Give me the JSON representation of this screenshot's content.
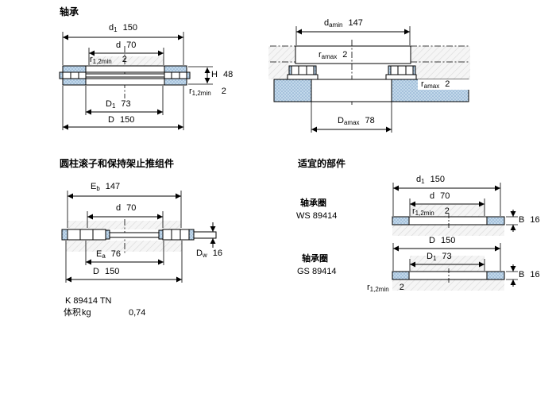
{
  "colors": {
    "line": "#000000",
    "washer_fill": "#c2d8ea",
    "washer_dot": "#85a8cc",
    "context_hatch": "#d9d9d9",
    "background": "#ffffff"
  },
  "sections": {
    "bearing": {
      "title": "轴承",
      "dims": {
        "d1": {
          "sym": "d",
          "sub": "1",
          "val": "150"
        },
        "d": {
          "sym": "d",
          "sub": "",
          "val": "70"
        },
        "r12_top": {
          "sym": "r",
          "sub": "1,2min",
          "val": "2"
        },
        "H": {
          "sym": "H",
          "sub": "",
          "val": "48"
        },
        "r12_right": {
          "sym": "r",
          "sub": "1,2min",
          "val": "2"
        },
        "D1": {
          "sym": "D",
          "sub": "1",
          "val": "73"
        },
        "D": {
          "sym": "D",
          "sub": "",
          "val": "150"
        }
      }
    },
    "mounting": {
      "dims": {
        "damin": {
          "sym": "d",
          "sub": "amin",
          "val": "147"
        },
        "ramax_top": {
          "sym": "r",
          "sub": "amax",
          "val": "2"
        },
        "ramax_right": {
          "sym": "r",
          "sub": "amax",
          "val": "2"
        },
        "Damax": {
          "sym": "D",
          "sub": "amax",
          "val": "78"
        }
      }
    },
    "assembly": {
      "title": "圆柱滚子和保持架止推组件",
      "dims": {
        "Eb": {
          "sym": "E",
          "sub": "b",
          "val": "147"
        },
        "d": {
          "sym": "d",
          "sub": "",
          "val": "70"
        },
        "Ea": {
          "sym": "E",
          "sub": "a",
          "val": "76"
        },
        "D": {
          "sym": "D",
          "sub": "",
          "val": "150"
        },
        "Dw": {
          "sym": "D",
          "sub": "w",
          "val": "16"
        }
      }
    },
    "parts": {
      "title": "适宜的部件",
      "washer_ws": {
        "label": "轴承圈",
        "designation": "WS 89414",
        "dims": {
          "d1": {
            "sym": "d",
            "sub": "1",
            "val": "150"
          },
          "d": {
            "sym": "d",
            "sub": "",
            "val": "70"
          },
          "r12": {
            "sym": "r",
            "sub": "1,2min",
            "val": "2"
          },
          "B": {
            "sym": "B",
            "sub": "",
            "val": "16"
          }
        }
      },
      "washer_gs": {
        "label": "轴承圈",
        "designation": "GS 89414",
        "dims": {
          "D": {
            "sym": "D",
            "sub": "",
            "val": "150"
          },
          "D1": {
            "sym": "D",
            "sub": "1",
            "val": "73"
          },
          "B": {
            "sym": "B",
            "sub": "",
            "val": "16"
          },
          "r12": {
            "sym": "r",
            "sub": "1,2min",
            "val": "2"
          }
        }
      }
    },
    "footer": {
      "designation": "K 89414 TN",
      "mass_label": "体积",
      "mass_unit": "kg",
      "mass_value": "0,74"
    }
  }
}
